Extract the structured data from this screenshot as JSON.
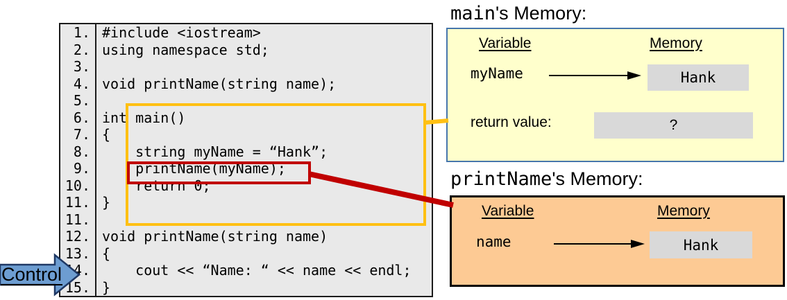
{
  "colors": {
    "code_bg": "#E9E9E9",
    "highlight_yellow": "#FFC013",
    "highlight_red": "#C00000",
    "main_memory_bg": "#FFFFCC",
    "main_memory_border": "#4676AC",
    "printname_memory_bg": "#FDCA94",
    "printname_memory_border": "#000000",
    "value_box_bg": "#D9D9D9",
    "control_arrow_fill": "#6D9DD1",
    "control_arrow_border": "#1F3864"
  },
  "code_panel": {
    "lines": [
      {
        "num": "1.",
        "text": "#include <iostream>"
      },
      {
        "num": "2.",
        "text": "using namespace std;"
      },
      {
        "num": "3.",
        "text": ""
      },
      {
        "num": "4.",
        "text": "void printName(string name);"
      },
      {
        "num": "5.",
        "text": ""
      },
      {
        "num": "6.",
        "text": "int main()"
      },
      {
        "num": "7.",
        "text": "{"
      },
      {
        "num": "8.",
        "text": "    string myName = “Hank”;"
      },
      {
        "num": "9.",
        "text": "    printName(myName);"
      },
      {
        "num": "10.",
        "text": "    return 0;"
      },
      {
        "num": "11.",
        "text": "}"
      },
      {
        "num": "11.",
        "text": ""
      },
      {
        "num": "12.",
        "text": "void printName(string name)"
      },
      {
        "num": "13.",
        "text": "{"
      },
      {
        "num": "14.",
        "text": "    cout << “Name: “ << name << endl;"
      },
      {
        "num": "15.",
        "text": "}"
      }
    ]
  },
  "control": {
    "label": "Control"
  },
  "main_memory": {
    "title_function": "main",
    "title_suffix": "'s Memory:",
    "header_variable": "Variable",
    "header_memory": "Memory",
    "row1_variable": "myName",
    "row1_value": "Hank",
    "row2_label": "return value:",
    "row2_value": "?"
  },
  "printname_memory": {
    "title_function": "printName",
    "title_suffix": "'s Memory:",
    "header_variable": "Variable",
    "header_memory": "Memory",
    "row1_variable": "name",
    "row1_value": "Hank"
  }
}
